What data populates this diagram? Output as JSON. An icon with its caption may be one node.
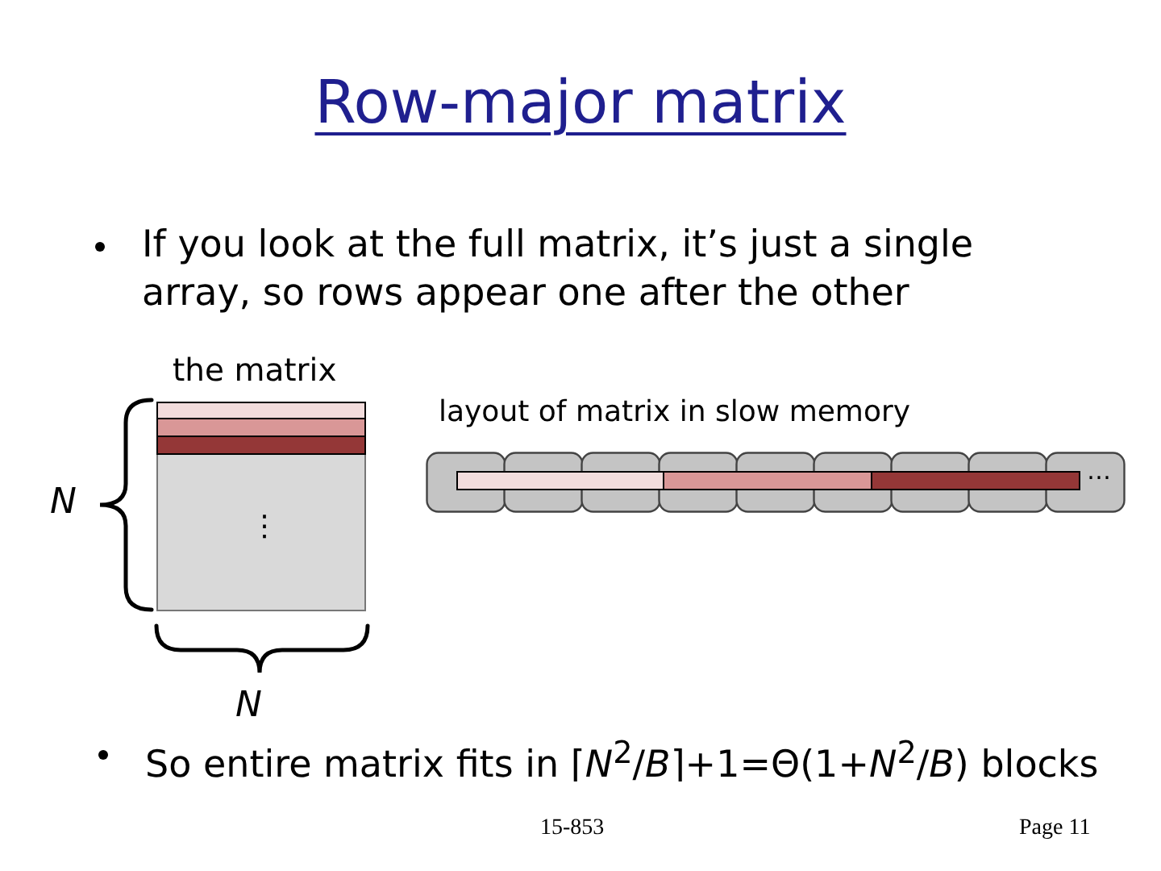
{
  "diagram": {
    "title": "Row-major matrix",
    "nodes": [
      {
        "text": [
          "the matrix",
          "⋮"
        ]
      },
      {
        "text": [
          "layout of matrix in slow memory",
          "…"
        ]
      }
    ],
    "labels": [
      "If you look at the full matrix, it’s just a single array, so rows appear one after the other",
      "N",
      "N",
      "So entire matrix fits in ⌈*N*$^{2}$/*B*⌉+1=Θ(1+*N*$^{2}$/*B*) blocks",
      "15-853",
      "Page 11"
    ]
  }
}
